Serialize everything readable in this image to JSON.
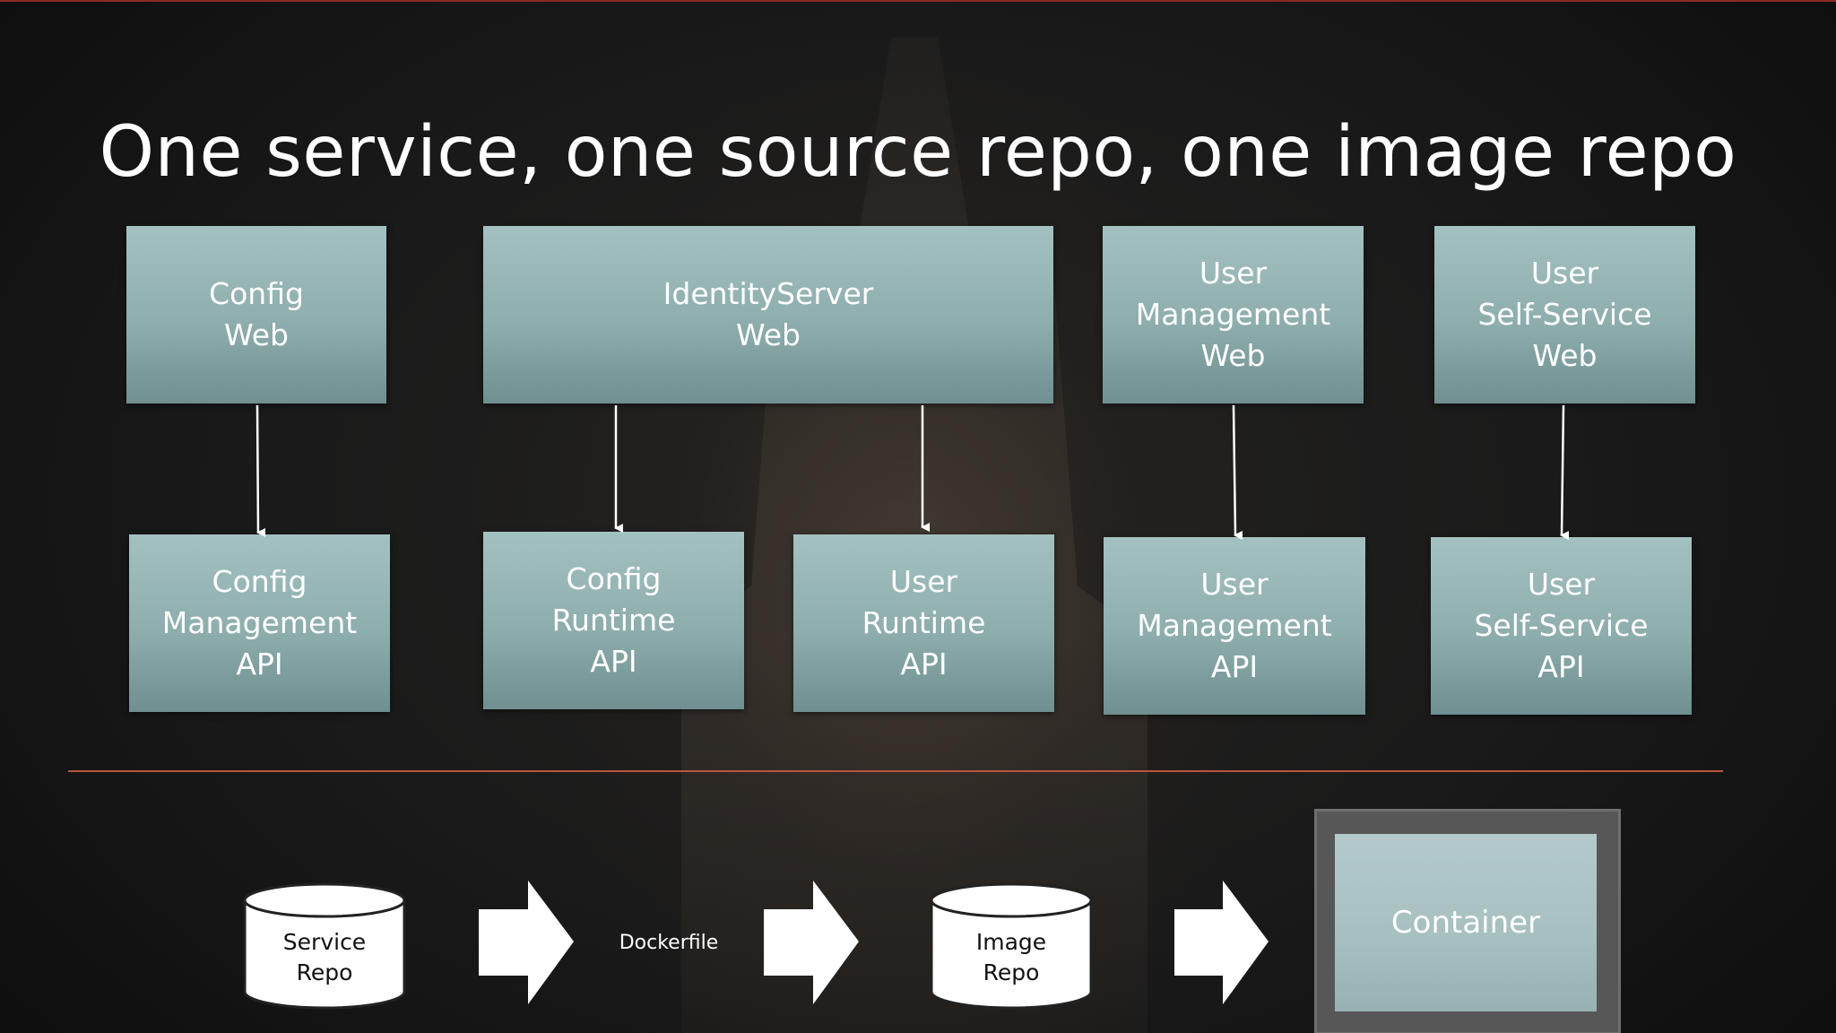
{
  "slide": {
    "title": "One service, one source repo, one image repo"
  },
  "diagram": {
    "web_tier": [
      {
        "id": "config-web",
        "label": "Config\nWeb"
      },
      {
        "id": "identityserver-web",
        "label": "IdentityServer\nWeb"
      },
      {
        "id": "user-management-web",
        "label": "User\nManagement\nWeb"
      },
      {
        "id": "user-self-service-web",
        "label": "User\nSelf-Service\nWeb"
      }
    ],
    "api_tier": [
      {
        "id": "config-management-api",
        "label": "Config\nManagement\nAPI"
      },
      {
        "id": "config-runtime-api",
        "label": "Config\nRuntime\nAPI"
      },
      {
        "id": "user-runtime-api",
        "label": "User\nRuntime\nAPI"
      },
      {
        "id": "user-management-api",
        "label": "User\nManagement\nAPI"
      },
      {
        "id": "user-self-service-api",
        "label": "User\nSelf-Service\nAPI"
      }
    ],
    "edges": [
      {
        "from": "config-web",
        "to": "config-management-api"
      },
      {
        "from": "identityserver-web",
        "to": "config-runtime-api"
      },
      {
        "from": "identityserver-web",
        "to": "user-runtime-api"
      },
      {
        "from": "user-management-web",
        "to": "user-management-api"
      },
      {
        "from": "user-self-service-web",
        "to": "user-self-service-api"
      }
    ]
  },
  "pipeline": {
    "service_repo": "Service\nRepo",
    "dockerfile": "Dockerfile",
    "image_repo": "Image\nRepo",
    "container": "Container"
  },
  "colors": {
    "box_fill": "#8eadad",
    "divider": "#b8563c",
    "container_fill": "#a6bfbf"
  }
}
